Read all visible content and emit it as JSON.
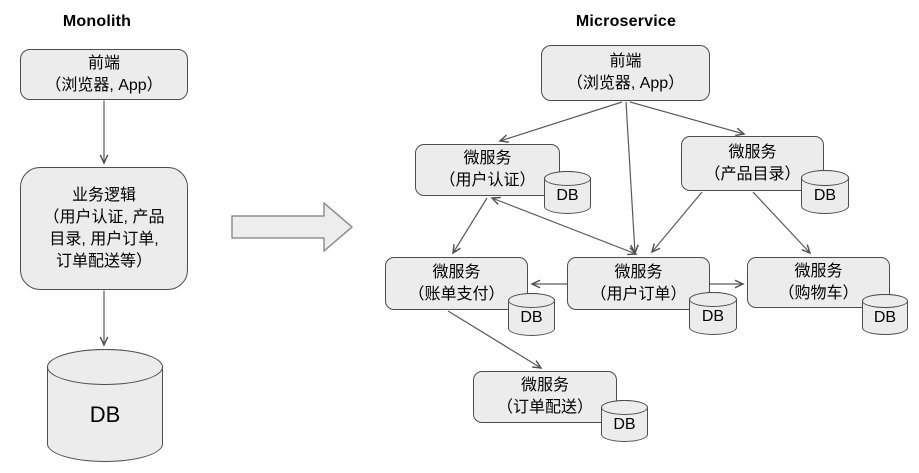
{
  "monolith": {
    "title": "Monolith",
    "frontend": {
      "lines": [
        "前端",
        "（浏览器, App）"
      ]
    },
    "logic": {
      "lines": [
        "业务逻辑",
        "（用户认证, 产品",
        "目录, 用户订单,",
        "订单配送等）"
      ]
    },
    "db": "DB"
  },
  "microservice": {
    "title": "Microservice",
    "frontend": {
      "lines": [
        "前端",
        "（浏览器, App）"
      ]
    },
    "auth": {
      "lines": [
        "微服务",
        "（用户认证）"
      ],
      "db": "DB"
    },
    "catalog": {
      "lines": [
        "微服务",
        "（产品目录）"
      ],
      "db": "DB"
    },
    "billing": {
      "lines": [
        "微服务",
        "（账单支付）"
      ],
      "db": "DB"
    },
    "orders": {
      "lines": [
        "微服务",
        "（用户订单）"
      ],
      "db": "DB"
    },
    "cart": {
      "lines": [
        "微服务",
        "（购物车）"
      ],
      "db": "DB"
    },
    "delivery": {
      "lines": [
        "微服务",
        "（订单配送）"
      ],
      "db": "DB"
    }
  },
  "colors": {
    "background": "#ffffff",
    "node_fill": "#ececec",
    "node_border": "#4d4d4d",
    "edge": "#5a5a5a",
    "big_arrow_fill": "#ededed",
    "big_arrow_border": "#909090",
    "text": "#000000"
  }
}
